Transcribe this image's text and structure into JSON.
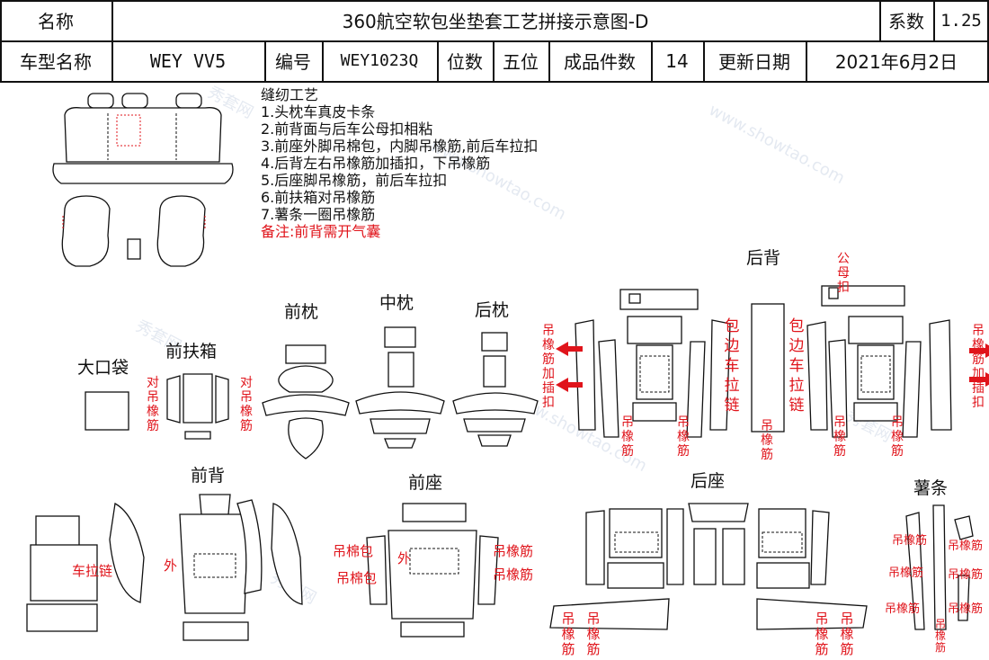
{
  "header": {
    "name_label": "名称",
    "title": "360航空软包坐垫套工艺拼接示意图-D",
    "coef_label": "系数",
    "coef_value": "1.25",
    "model_label": "车型名称",
    "model_value": "WEY VV5",
    "code_label": "编号",
    "code_value": "WEY1023Q",
    "seats_label": "位数",
    "seats_value": "五位",
    "pieces_label": "成品件数",
    "pieces_value": "14",
    "date_label": "更新日期",
    "date_value": "2021年6月2日"
  },
  "notes": {
    "title": "缝纫工艺",
    "items": [
      "1.头枕车真皮卡条",
      "2.前背面与后车公母扣相粘",
      "3.前座外脚吊棉包，内脚吊橡筋,前后车拉扣",
      "4.后背左右吊橡筋加插扣，下吊橡筋",
      "5.后座脚吊橡筋，前后车拉扣",
      "6.前扶箱对吊橡筋",
      "7.薯条一圈吊橡筋"
    ],
    "remark": "备注:前背需开气囊"
  },
  "sections": {
    "big_pocket": "大口袋",
    "front_armrest": "前扶箱",
    "front_headrest": "前枕",
    "middle_headrest": "中枕",
    "rear_headrest": "后枕",
    "rear_back": "后背",
    "front_back": "前背",
    "front_seat": "前座",
    "rear_seat": "后座",
    "strips": "薯条"
  },
  "annotations": {
    "pair_elastic": "对吊橡筋",
    "elastic": "吊橡筋",
    "elastic_buckle": "吊橡筋加插扣",
    "piping_zip": "包边车拉链",
    "male_female": "公母扣",
    "rear_zip": "车拉链",
    "outer": "外",
    "cotton_pack": "吊棉包"
  },
  "watermark": {
    "brand": "秀套网",
    "url": "www.showtao.com"
  },
  "colors": {
    "annotation_red": "#e0141b",
    "line": "#111111"
  }
}
